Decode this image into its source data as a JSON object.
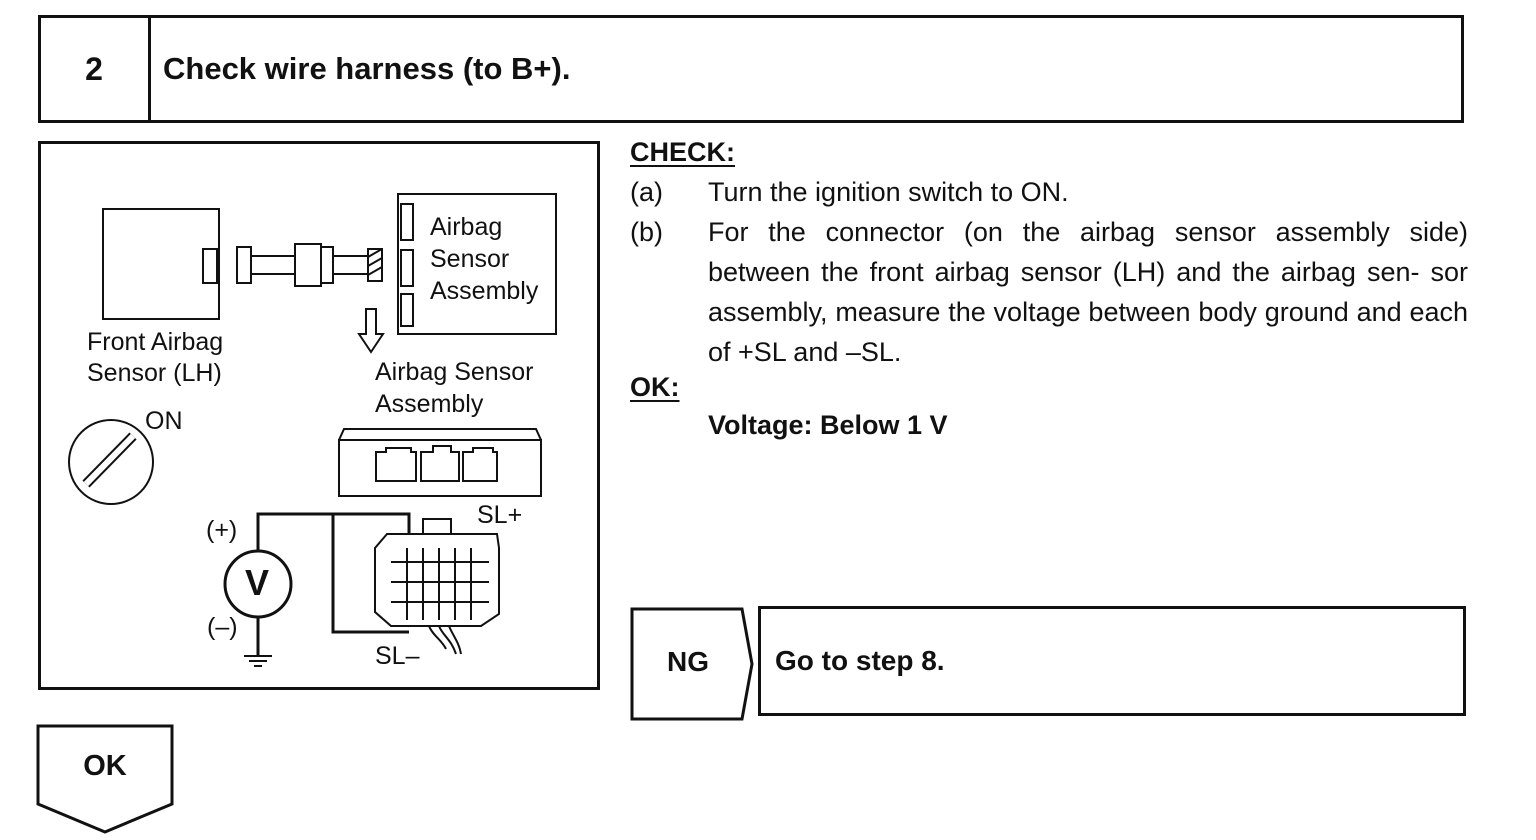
{
  "header": {
    "step_number": "2",
    "title": "Check wire harness (to B+)."
  },
  "figure": {
    "front_sensor_label_line1": "Front Airbag",
    "front_sensor_label_line2": "Sensor (LH)",
    "assembly_label_line1": "Airbag",
    "assembly_label_line2": "Sensor",
    "assembly_label_line3": "Assembly",
    "connector_label_line1": "Airbag Sensor",
    "connector_label_line2": "Assembly",
    "ignition_label": "ON",
    "positive_label": "(+)",
    "negative_label": "(–)",
    "voltmeter_label": "V",
    "sl_plus_label": "SL+",
    "sl_minus_label": "SL–"
  },
  "check": {
    "heading": "CHECK:",
    "items": [
      {
        "letter": "(a)",
        "text": "Turn the ignition switch to ON."
      },
      {
        "letter": "(b)",
        "text": "For the connector (on the airbag sensor assembly side) between the front airbag sensor (LH) and the airbag sen- sor assembly, measure the voltage between body ground and each of +SL and –SL."
      }
    ]
  },
  "ok": {
    "heading": "OK:",
    "spec": "Voltage: Below 1 V"
  },
  "ng_branch": {
    "label": "NG",
    "action": "Go to step 8."
  },
  "ok_branch": {
    "label": "OK"
  }
}
